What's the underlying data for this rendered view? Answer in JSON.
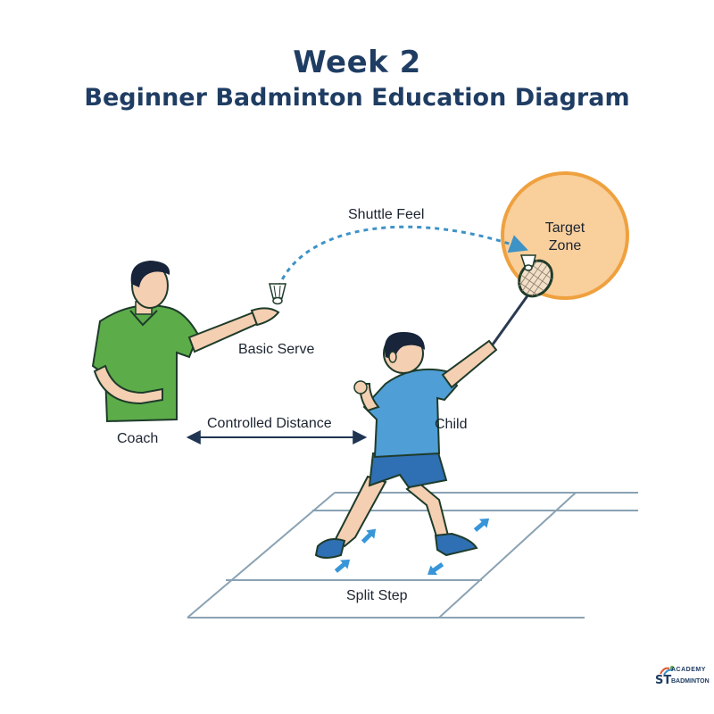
{
  "header": {
    "title": "Week 2",
    "subtitle": "Beginner Badminton Education Diagram"
  },
  "labels": {
    "shuttle_feel": "Shuttle Feel",
    "target_zone": "Target Zone",
    "basic_serve": "Basic Serve",
    "controlled_distance": "Controlled Distance",
    "coach": "Coach",
    "child": "Child",
    "split_step": "Split Step"
  },
  "logo": {
    "line1": "ACADEMY",
    "mark": "ST",
    "line2": "BADMINTON"
  },
  "colors": {
    "title": "#1f3d63",
    "target_fill": "#f9cf9c",
    "target_stroke": "#efa13f",
    "coach_shirt": "#5cac4a",
    "child_shirt": "#4f9ed6",
    "child_shorts": "#2f6fb3",
    "skin": "#f4cfb2",
    "hair": "#17243a",
    "trajectory": "#3d92c6",
    "footwork_arrows": "#3896d8",
    "court_lines": "#8aa2b3"
  }
}
